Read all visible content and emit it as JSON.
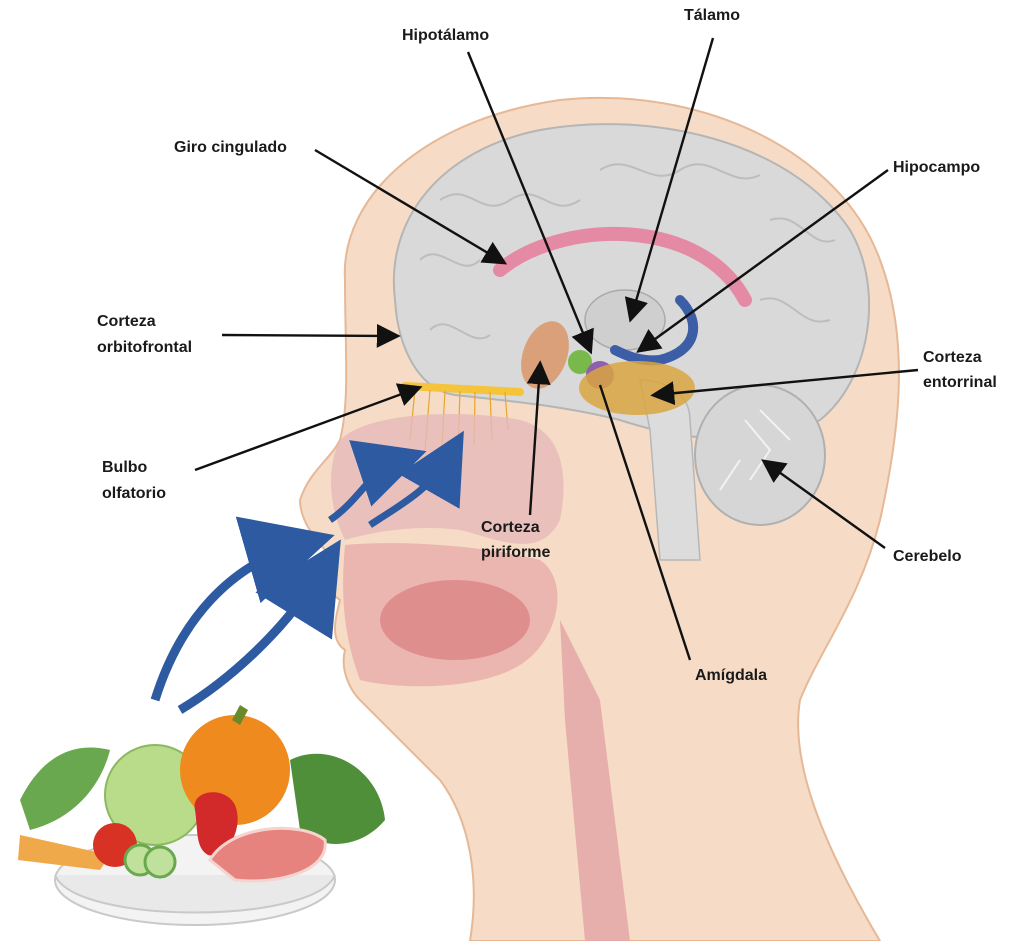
{
  "labels": {
    "talamo": "Tálamo",
    "hipotalamo": "Hipotálamo",
    "giro_cingulado": "Giro cingulado",
    "hipocampo": "Hipocampo",
    "corteza_orbitofrontal_1": "Corteza",
    "corteza_orbitofrontal_2": "orbitofrontal",
    "corteza_entorrinal_1": "Corteza",
    "corteza_entorrinal_2": "entorrinal",
    "bulbo_olfatorio_1": "Bulbo",
    "bulbo_olfatorio_2": "olfatorio",
    "corteza_piriforme_1": "Corteza",
    "corteza_piriforme_2": "piriforme",
    "cerebelo": "Cerebelo",
    "amigdala": "Amígdala"
  },
  "colors": {
    "skin": "#f6dcc6",
    "skin_outline": "#e6b896",
    "brain": "#d9d9d9",
    "brain_outline": "#b5b5b5",
    "cingulate": "#e58aa5",
    "orbitofrontal_yellow": "#f5c43a",
    "entorhinal": "#d9a441",
    "amygdala": "#8f5fb0",
    "hypothalamus": "#79b84a",
    "piriform": "#d9a07a",
    "hippocampus": "#3b5ea6",
    "nasal_cavity": "#e6b9b9",
    "arrow_blue": "#2d5aa0"
  }
}
